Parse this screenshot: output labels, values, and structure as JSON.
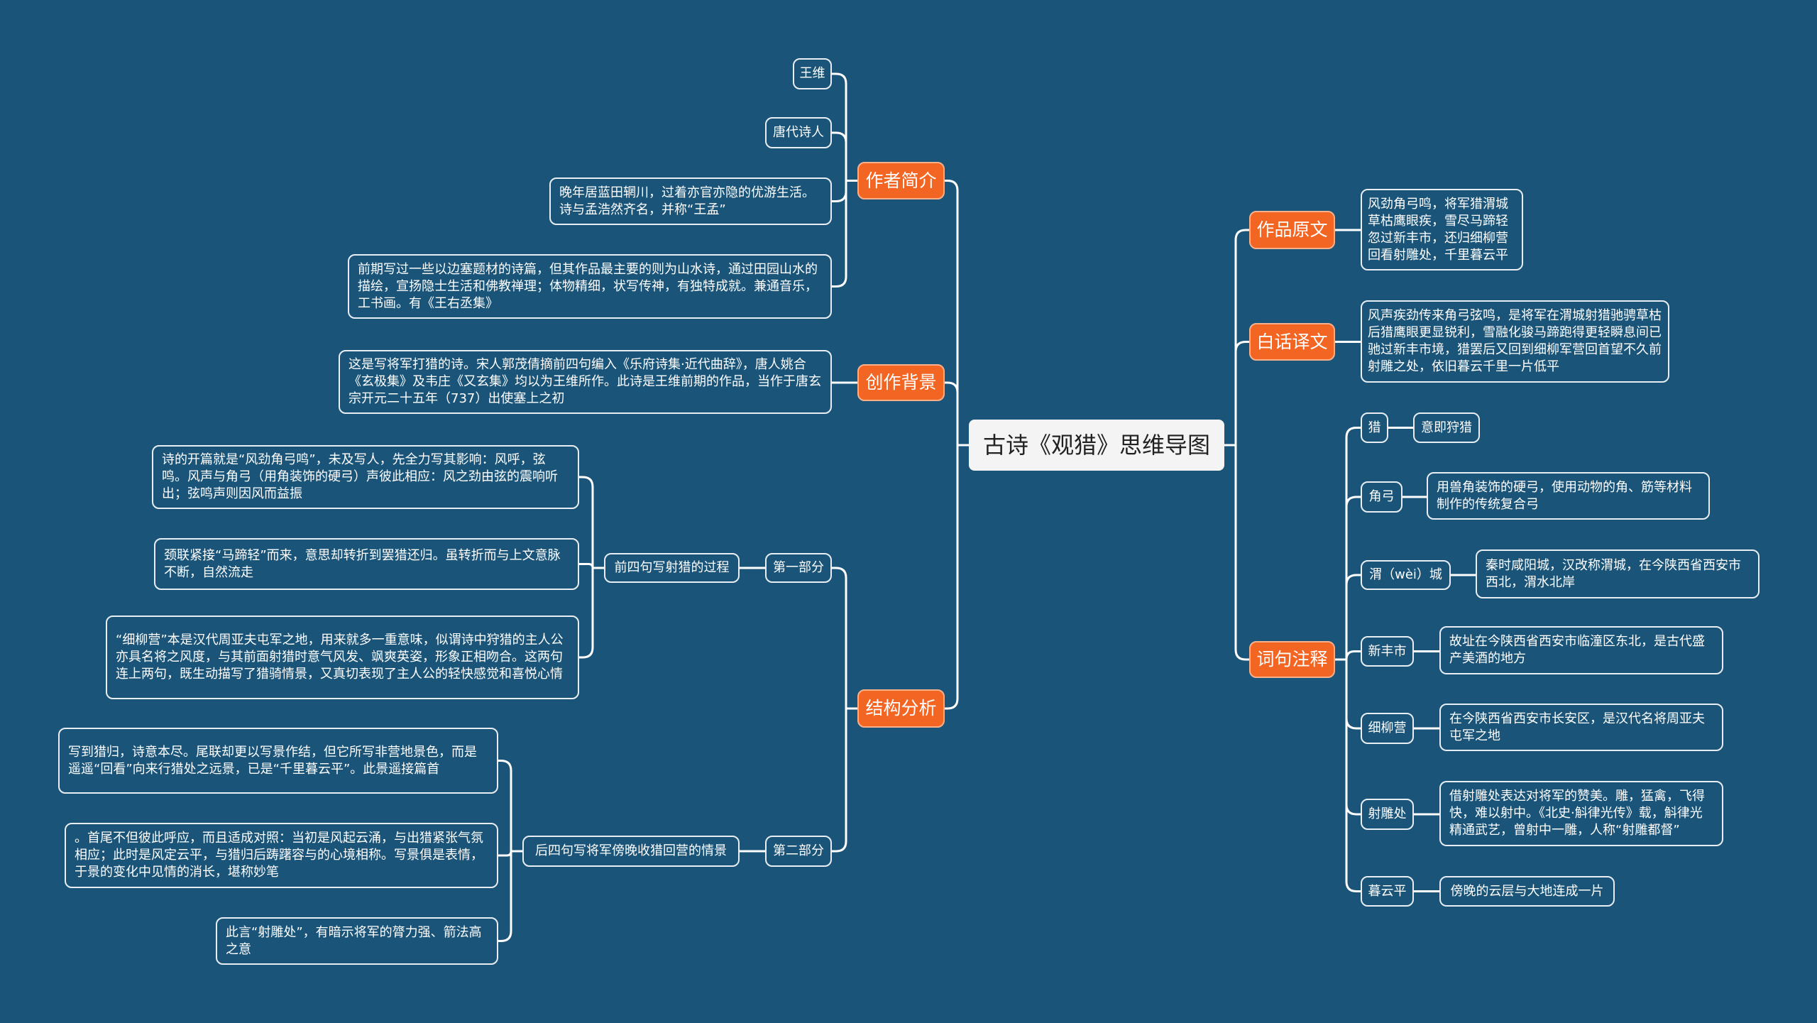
{
  "root": "古诗《观猎》思维导图",
  "branches": {
    "author": {
      "label": "作者简介",
      "items": [
        "王维",
        "唐代诗人",
        "晚年居蓝田辋川，过着亦官亦隐的优游生活。诗与孟浩然齐名，并称“王孟”",
        "前期写过一些以边塞题材的诗篇，但其作品最主要的则为山水诗，通过田园山水的描绘，宣扬隐士生活和佛教禅理；体物精细，状写传神，有独特成就。兼通音乐，工书画。有《王右丞集》"
      ]
    },
    "background": {
      "label": "创作背景",
      "items": [
        "这是写将军打猎的诗。宋人郭茂倩摘前四句编入《乐府诗集·近代曲辞》，唐人姚合《玄极集》及韦庄《又玄集》均以为王维所作。此诗是王维前期的作品，当作于唐玄宗开元二十五年（737）出使塞上之初"
      ]
    },
    "structure": {
      "label": "结构分析",
      "part1": {
        "label": "第一部分",
        "sub": "前四句写射猎的过程",
        "items": [
          "诗的开篇就是“风劲角弓鸣”，未及写人，先全力写其影响：风呼，弦鸣。风声与角弓（用角装饰的硬弓）声彼此相应：风之劲由弦的震响听出；弦鸣声则因风而益振",
          "颈联紧接“马蹄轻”而来，意思却转折到罢猎还归。虽转折而与上文意脉不断，自然流走",
          "“细柳营”本是汉代周亚夫屯军之地，用来就多一重意味，似谓诗中狩猎的主人公亦具名将之风度，与其前面射猎时意气风发、飒爽英姿，形象正相吻合。这两句连上两句，既生动描写了猎骑情景，又真切表现了主人公的轻快感觉和喜悦心情"
        ]
      },
      "part2": {
        "label": "第二部分",
        "sub": "后四句写将军傍晚收猎回营的情景",
        "items": [
          "写到猎归，诗意本尽。尾联却更以写景作结，但它所写非营地景色，而是遥遥“回看”向来行猎处之远景，已是“千里暮云平”。此景遥接篇首",
          "。首尾不但彼此呼应，而且适成对照：当初是风起云涌，与出猎紧张气氛相应；此时是风定云平，与猎归后踌躇容与的心境相称。写景俱是表情，于景的变化中见情的消长，堪称妙笔",
          "此言“射雕处”，有暗示将军的膂力强、箭法高之意"
        ]
      }
    },
    "original": {
      "label": "作品原文",
      "text": "风劲角弓鸣，将军猎渭城草枯鹰眼疾，雪尽马蹄轻忽过新丰市，还归细柳营回看射雕处，千里暮云平"
    },
    "translation": {
      "label": "白话译文",
      "text": "风声疾劲传来角弓弦鸣，是将军在渭城射猎驰骋草枯后猎鹰眼更显锐利，雪融化骏马蹄跑得更轻瞬息间已驰过新丰市境，猎罢后又回到细柳军营回首望不久前射雕之处，依旧暮云千里一片低平"
    },
    "notes": {
      "label": "词句注释",
      "items": [
        {
          "term": "猎",
          "def": "意即狩猎"
        },
        {
          "term": "角弓",
          "def": "用兽角装饰的硬弓，使用动物的角、筋等材料制作的传统复合弓"
        },
        {
          "term": "渭（wèi）城",
          "def": "秦时咸阳城，汉改称渭城，在今陕西省西安市西北，渭水北岸"
        },
        {
          "term": "新丰市",
          "def": "故址在今陕西省西安市临潼区东北，是古代盛产美酒的地方"
        },
        {
          "term": "细柳营",
          "def": "在今陕西省西安市长安区，是汉代名将周亚夫屯军之地"
        },
        {
          "term": "射雕处",
          "def": "借射雕处表达对将军的赞美。雕，猛禽，飞得快，难以射中。《北史·斛律光传》载，斛律光精通武艺，曾射中一雕，人称“射雕都督”"
        },
        {
          "term": "暮云平",
          "def": "傍晚的云层与大地连成一片"
        }
      ]
    }
  },
  "colors": {
    "background": "#1a5479",
    "branch": "#f26522",
    "line": "#ffffff"
  }
}
